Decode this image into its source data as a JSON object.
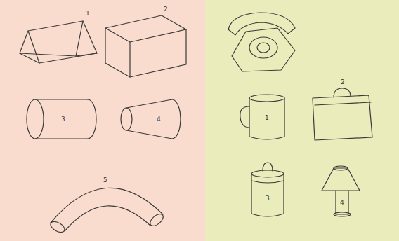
{
  "diagram": {
    "labels": [
      "1",
      "2",
      "3",
      "4",
      "5",
      "1",
      "2",
      "3",
      "4"
    ]
  }
}
